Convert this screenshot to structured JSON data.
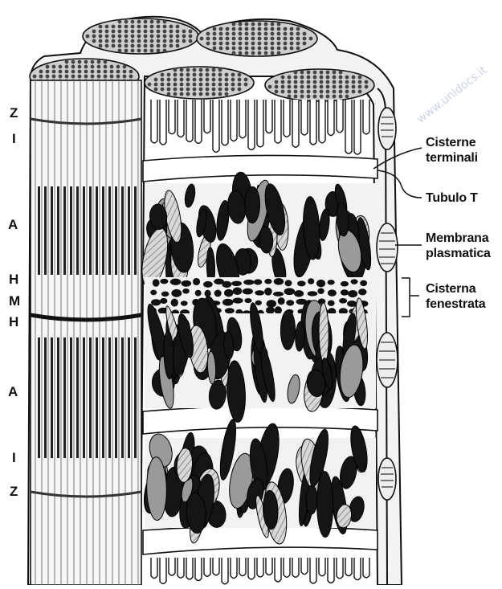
{
  "figure": {
    "band_labels": [
      "Z",
      "I",
      "A",
      "H",
      "M",
      "H",
      "A",
      "I",
      "Z"
    ],
    "callouts": {
      "cisterne_terminali": [
        "Cisterne",
        "terminali"
      ],
      "tubulo_t": "Tubulo T",
      "membrana_plasmatica": [
        "Membrana",
        "plasmatica"
      ],
      "cisterna_fenestrata": [
        "Cisterna",
        "fenestrata"
      ]
    },
    "watermark": "www.unidocs.it",
    "colors": {
      "ink": "#111111",
      "fill_light": "#f4f4f4",
      "fill_mid": "#bdbdbd",
      "fill_dark": "#1a1a1a"
    }
  }
}
